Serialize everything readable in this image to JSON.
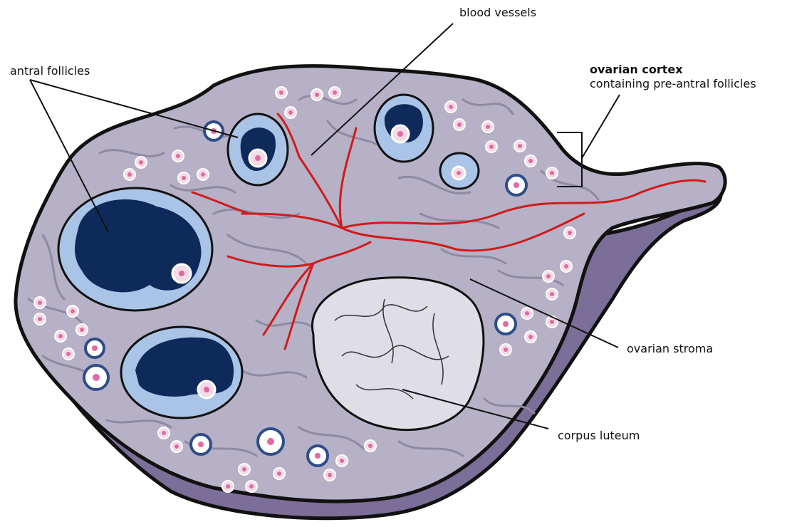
{
  "labels": {
    "blood_vessels": "blood vessels",
    "antral_follicles": "antral follicles",
    "ovarian_cortex_title": "ovarian cortex",
    "ovarian_cortex_subtitle": "containing pre-antral follicles",
    "ovarian_stroma": "ovarian stroma",
    "corpus_luteum": "corpus luteum"
  },
  "colors": {
    "ovary_fill": "#b6b1c6",
    "ovary_shadow": "#7b6e98",
    "outline": "#111111",
    "stroma_lines": "#8f8aa3",
    "vessels": "#d11a1a",
    "follicle_fluid": "#a9c4e6",
    "antrum": "#0e2a5a",
    "oocyte": "#f3dbe7",
    "nucleus": "#e26aa0",
    "corpus_luteum": "#dfdde5"
  }
}
